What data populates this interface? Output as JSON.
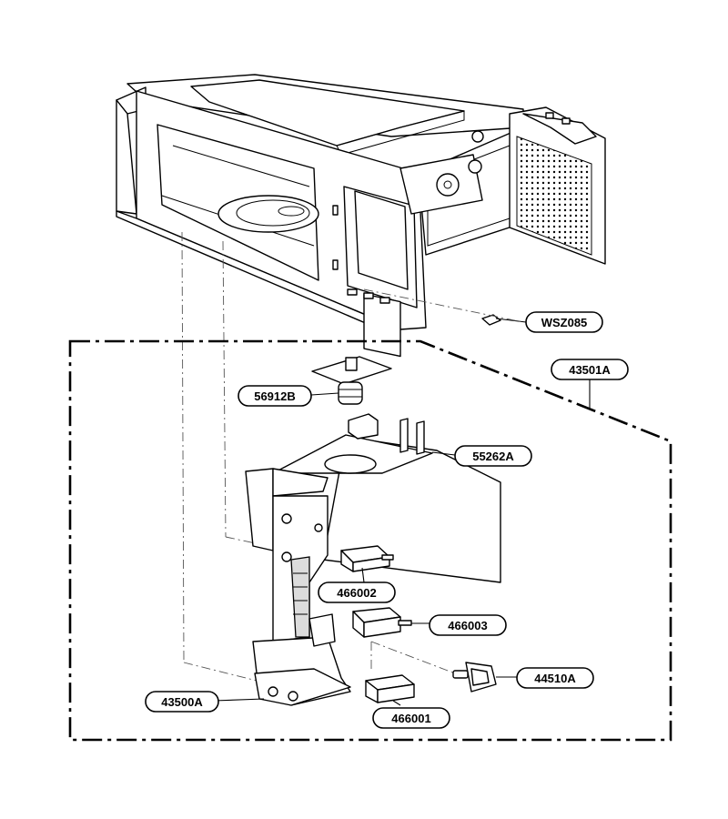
{
  "diagram": {
    "labels": [
      {
        "id": "wsz085",
        "text": "WSZ085"
      },
      {
        "id": "43501a",
        "text": "43501A"
      },
      {
        "id": "56912b",
        "text": "56912B"
      },
      {
        "id": "55262a",
        "text": "55262A"
      },
      {
        "id": "466002",
        "text": "466002"
      },
      {
        "id": "466003",
        "text": "466003"
      },
      {
        "id": "44510a",
        "text": "44510A"
      },
      {
        "id": "43500a",
        "text": "43500A"
      },
      {
        "id": "466001",
        "text": "466001"
      }
    ]
  }
}
